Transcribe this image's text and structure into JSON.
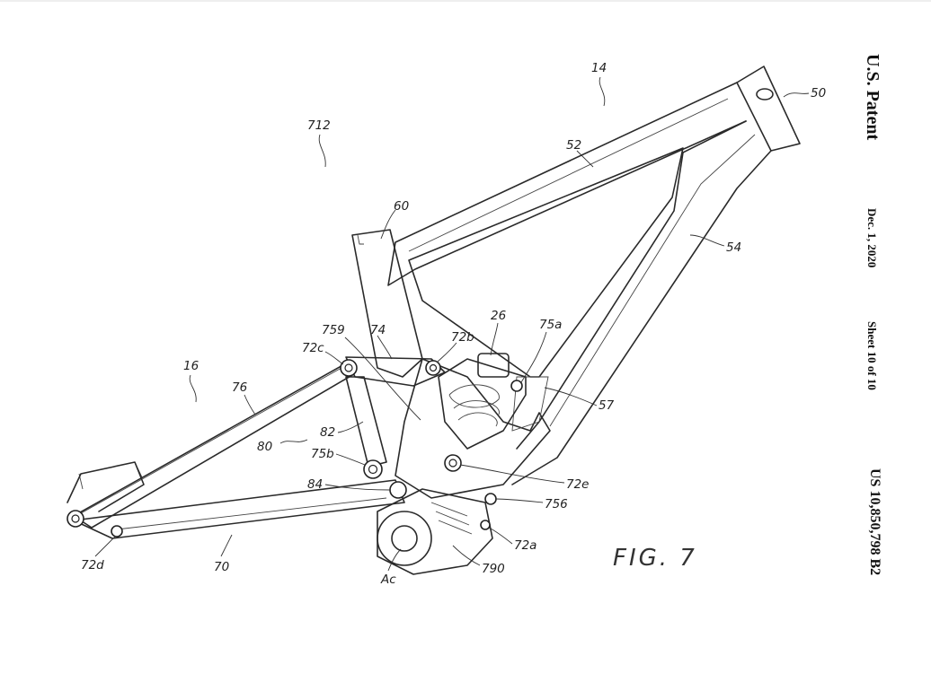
{
  "header": {
    "title": "U.S. Patent",
    "date": "Dec. 1, 2020",
    "sheet": "Sheet 10 of 10",
    "number": "US 10,850,798 B2"
  },
  "figure": {
    "caption": "FIG. 7",
    "refs": {
      "r14": "14",
      "r50": "50",
      "r52": "52",
      "r54": "54",
      "r60": "60",
      "r712": "712",
      "r26": "26",
      "r75a": "75a",
      "r759": "759",
      "r74": "74",
      "r72b": "72b",
      "r72c": "72c",
      "r16": "16",
      "r76": "76",
      "r57": "57",
      "r82": "82",
      "r80": "80",
      "r75b": "75b",
      "r72e": "72e",
      "r84": "84",
      "r756": "756",
      "r72a": "72a",
      "r790": "790",
      "r72d": "72d",
      "r70": "70",
      "rAc": "Ac"
    }
  }
}
